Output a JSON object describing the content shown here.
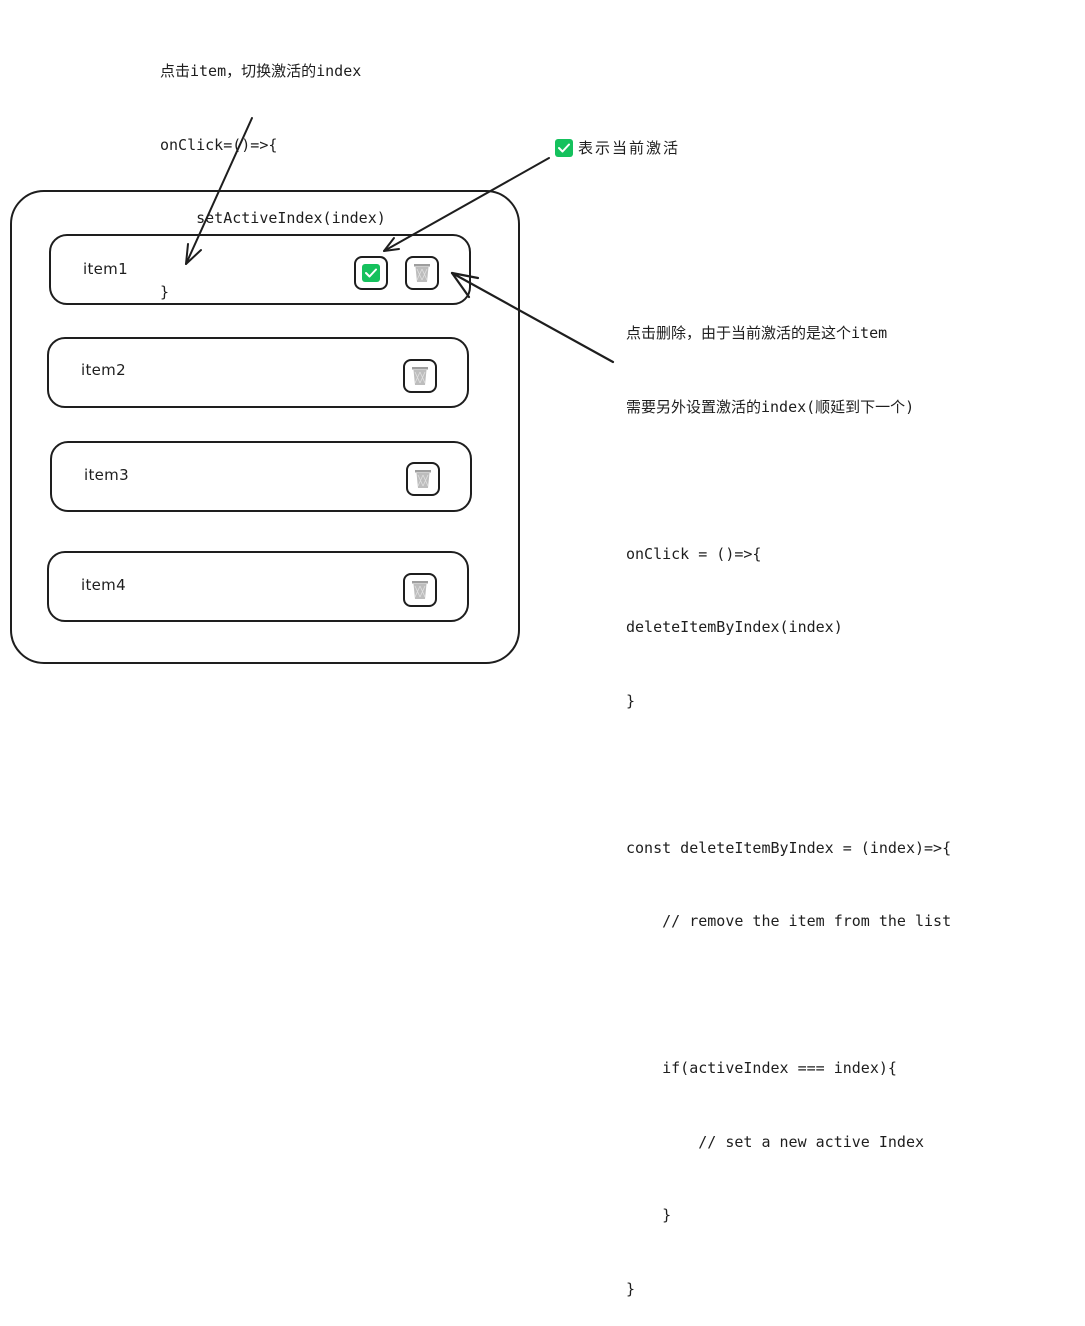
{
  "annotations": {
    "top_note": {
      "lines": [
        "点击item，切换激活的index",
        "onClick=()=>{",
        "    setActiveIndex(index)",
        "}"
      ]
    },
    "legend": {
      "icon": "check-icon",
      "label": "表示当前激活",
      "color": "#15c15d"
    },
    "right_note": {
      "lines": [
        "点击删除，由于当前激活的是这个item",
        "需要另外设置激活的index(顺延到下一个)",
        "",
        "onClick = ()=>{",
        "deleteItemByIndex(index)",
        "}",
        "",
        "const deleteItemByIndex = (index)=>{",
        "    // remove the item from the list",
        "",
        "    if(activeIndex === index){",
        "        // set a new active Index",
        "    }",
        "}"
      ]
    }
  },
  "list": {
    "items": [
      {
        "label": "item1",
        "active": true,
        "icons": [
          "check-icon",
          "trash-icon"
        ]
      },
      {
        "label": "item2",
        "active": false,
        "icons": [
          "trash-icon"
        ]
      },
      {
        "label": "item3",
        "active": false,
        "icons": [
          "trash-icon"
        ]
      },
      {
        "label": "item4",
        "active": false,
        "icons": [
          "trash-icon"
        ]
      }
    ]
  },
  "colors": {
    "stroke": "#1e1e1e",
    "active": "#15c15d",
    "trash": "#9e9e9e"
  }
}
